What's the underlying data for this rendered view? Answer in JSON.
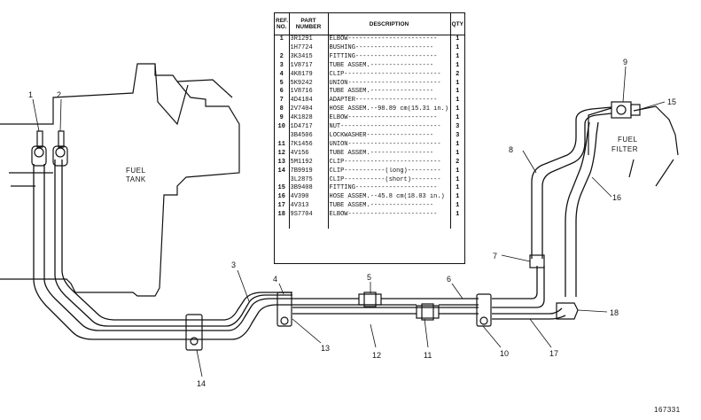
{
  "table": {
    "headers": {
      "ref_no": "REF. NO.",
      "part_number": "PART NUMBER",
      "description": "DESCRIPTION",
      "qty": "QTY"
    },
    "rows": [
      {
        "ref": "1",
        "part": "3R1291",
        "desc": "ELBOW------------------------",
        "qty": "1"
      },
      {
        "ref": "",
        "part": "1H7724",
        "desc": "BUSHING---------------------",
        "qty": "1"
      },
      {
        "ref": "2",
        "part": "3K3415",
        "desc": "FITTING----------------------",
        "qty": "1"
      },
      {
        "ref": "3",
        "part": "1V8717",
        "desc": "TUBE ASSEM.-----------------",
        "qty": "1"
      },
      {
        "ref": "4",
        "part": "4K8179",
        "desc": "CLIP--------------------------",
        "qty": "2"
      },
      {
        "ref": "5",
        "part": "5K9242",
        "desc": "UNION-------------------------",
        "qty": "1"
      },
      {
        "ref": "6",
        "part": "1V8716",
        "desc": "TUBE ASSEM.-----------------",
        "qty": "1"
      },
      {
        "ref": "7",
        "part": "4D4184",
        "desc": "ADAPTER----------------------",
        "qty": "1"
      },
      {
        "ref": "8",
        "part": "2V7404",
        "desc": "HOSE ASSEM.--98.89 cm(15.31 in.)",
        "qty": "1"
      },
      {
        "ref": "9",
        "part": "4K1828",
        "desc": "ELBOW------------------------",
        "qty": "1"
      },
      {
        "ref": "10",
        "part": "1D4717",
        "desc": "NUT---------------------------",
        "qty": "3"
      },
      {
        "ref": "",
        "part": "3B4506",
        "desc": "LOCKWASHER------------------",
        "qty": "3"
      },
      {
        "ref": "11",
        "part": "7K1456",
        "desc": "UNION-------------------------",
        "qty": "1"
      },
      {
        "ref": "12",
        "part": "4V156",
        "desc": "TUBE ASSEM.-----------------",
        "qty": "1"
      },
      {
        "ref": "13",
        "part": "5M1192",
        "desc": "CLIP--------------------------",
        "qty": "2"
      },
      {
        "ref": "14",
        "part": "7B9919",
        "desc": "CLIP-----------(long)---------",
        "qty": "1"
      },
      {
        "ref": "",
        "part": "3L2875",
        "desc": "CLIP-----------(short)--------",
        "qty": "1"
      },
      {
        "ref": "15",
        "part": "3B9408",
        "desc": "FITTING----------------------",
        "qty": "1"
      },
      {
        "ref": "16",
        "part": "4V390",
        "desc": "HOSE ASSEM.--45.8 cm(18.03 in.)",
        "qty": "1"
      },
      {
        "ref": "17",
        "part": "4V313",
        "desc": "TUBE ASSEM.-----------------",
        "qty": "1"
      },
      {
        "ref": "18",
        "part": "9S7704",
        "desc": "ELBOW------------------------",
        "qty": "1"
      }
    ]
  },
  "labels": {
    "fuel_tank_line1": "FUEL",
    "fuel_tank_line2": "TANK",
    "fuel_filter_line1": "FUEL",
    "fuel_filter_line2": "FILTER",
    "c1": "1",
    "c2": "2",
    "c3": "3",
    "c4": "4",
    "c5": "5",
    "c6": "6",
    "c7": "7",
    "c8": "8",
    "c9": "9",
    "c10": "10",
    "c11": "11",
    "c12": "12",
    "c13": "13",
    "c14": "14",
    "c15": "15",
    "c16": "16",
    "c17": "17",
    "c18": "18",
    "figure_number": "167331"
  }
}
